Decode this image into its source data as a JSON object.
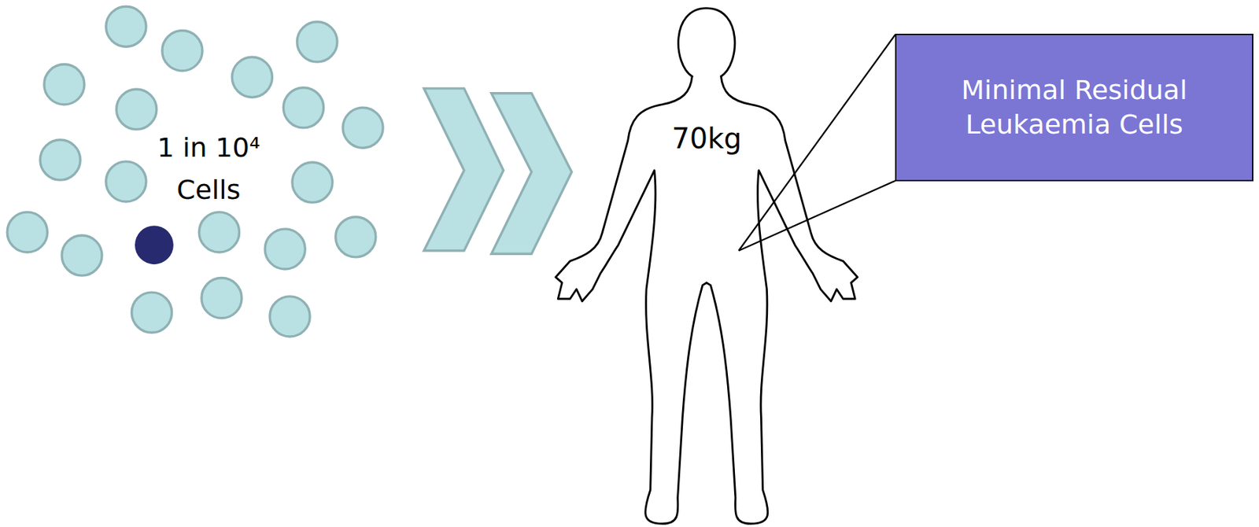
{
  "diagram": {
    "nodes": [
      {
        "text": [
          "Minimal Residual Leukaemia Cells"
        ]
      }
    ],
    "labels": [
      "1 in 10⁴ Cells",
      "70kg"
    ]
  }
}
